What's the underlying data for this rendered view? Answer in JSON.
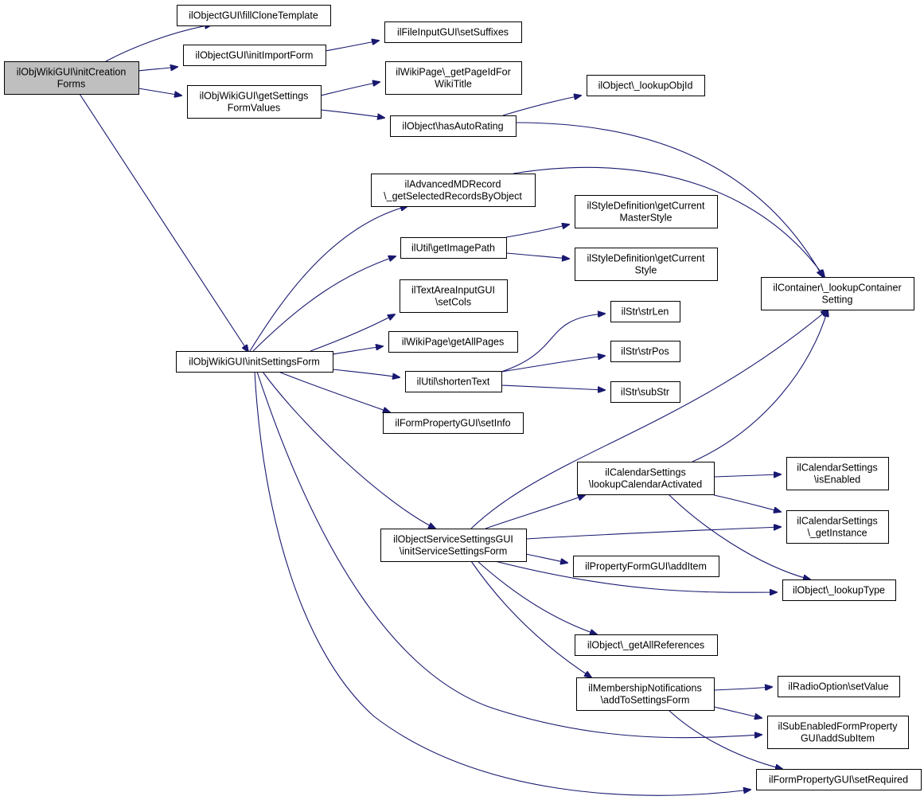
{
  "colors": {
    "edge": "#191970",
    "node_fill": "#ffffff",
    "root_fill": "#bfbfbf",
    "border": "#000000"
  },
  "nodes": [
    {
      "id": "root",
      "lines": [
        "ilObjWikiGUI\\initCreation",
        "Forms"
      ],
      "highlight": true
    },
    {
      "id": "fillClone",
      "lines": [
        "ilObjectGUI\\fillCloneTemplate"
      ]
    },
    {
      "id": "initImport",
      "lines": [
        "ilObjectGUI\\initImportForm"
      ]
    },
    {
      "id": "getSettingsValues",
      "lines": [
        "ilObjWikiGUI\\getSettings",
        "FormValues"
      ]
    },
    {
      "id": "initSettings",
      "lines": [
        "ilObjWikiGUI\\initSettingsForm"
      ]
    },
    {
      "id": "setSuffixes",
      "lines": [
        "ilFileInputGUI\\setSuffixes"
      ]
    },
    {
      "id": "getPageId",
      "lines": [
        "ilWikiPage\\_getPageIdFor",
        "WikiTitle"
      ]
    },
    {
      "id": "hasAutoRating",
      "lines": [
        "ilObject\\hasAutoRating"
      ]
    },
    {
      "id": "lookupObjId",
      "lines": [
        "ilObject\\_lookupObjId"
      ]
    },
    {
      "id": "advMD",
      "lines": [
        "ilAdvancedMDRecord",
        "\\_getSelectedRecordsByObject"
      ]
    },
    {
      "id": "getImagePath",
      "lines": [
        "ilUtil\\getImagePath"
      ]
    },
    {
      "id": "curMaster",
      "lines": [
        "ilStyleDefinition\\getCurrent",
        "MasterStyle"
      ]
    },
    {
      "id": "curStyle",
      "lines": [
        "ilStyleDefinition\\getCurrent",
        "Style"
      ]
    },
    {
      "id": "lookupContainer",
      "lines": [
        "ilContainer\\_lookupContainer",
        "Setting"
      ]
    },
    {
      "id": "setCols",
      "lines": [
        "ilTextAreaInputGUI",
        "\\setCols"
      ]
    },
    {
      "id": "getAllPages",
      "lines": [
        "ilWikiPage\\getAllPages"
      ]
    },
    {
      "id": "shortenText",
      "lines": [
        "ilUtil\\shortenText"
      ]
    },
    {
      "id": "strLen",
      "lines": [
        "ilStr\\strLen"
      ]
    },
    {
      "id": "strPos",
      "lines": [
        "ilStr\\strPos"
      ]
    },
    {
      "id": "subStr",
      "lines": [
        "ilStr\\subStr"
      ]
    },
    {
      "id": "setInfo",
      "lines": [
        "ilFormPropertyGUI\\setInfo"
      ]
    },
    {
      "id": "calActivated",
      "lines": [
        "ilCalendarSettings",
        "\\lookupCalendarActivated"
      ]
    },
    {
      "id": "calEnabled",
      "lines": [
        "ilCalendarSettings",
        "\\isEnabled"
      ]
    },
    {
      "id": "calInstance",
      "lines": [
        "ilCalendarSettings",
        "\\_getInstance"
      ]
    },
    {
      "id": "serviceForm",
      "lines": [
        "ilObjectServiceSettingsGUI",
        "\\initServiceSettingsForm"
      ]
    },
    {
      "id": "addItem",
      "lines": [
        "ilPropertyFormGUI\\addItem"
      ]
    },
    {
      "id": "lookupType",
      "lines": [
        "ilObject\\_lookupType"
      ]
    },
    {
      "id": "allRefs",
      "lines": [
        "ilObject\\_getAllReferences"
      ]
    },
    {
      "id": "membership",
      "lines": [
        "ilMembershipNotifications",
        "\\addToSettingsForm"
      ]
    },
    {
      "id": "radioSetValue",
      "lines": [
        "ilRadioOption\\setValue"
      ]
    },
    {
      "id": "addSubItem",
      "lines": [
        "ilSubEnabledFormProperty",
        "GUI\\addSubItem"
      ]
    },
    {
      "id": "setRequired",
      "lines": [
        "ilFormPropertyGUI\\setRequired"
      ]
    }
  ],
  "edges": [
    {
      "from": "root",
      "to": "fillClone"
    },
    {
      "from": "root",
      "to": "initImport"
    },
    {
      "from": "root",
      "to": "getSettingsValues"
    },
    {
      "from": "root",
      "to": "initSettings"
    },
    {
      "from": "initImport",
      "to": "setSuffixes"
    },
    {
      "from": "getSettingsValues",
      "to": "getPageId"
    },
    {
      "from": "getSettingsValues",
      "to": "hasAutoRating"
    },
    {
      "from": "hasAutoRating",
      "to": "lookupObjId"
    },
    {
      "from": "hasAutoRating",
      "to": "lookupContainer"
    },
    {
      "from": "initSettings",
      "to": "advMD"
    },
    {
      "from": "initSettings",
      "to": "getImagePath"
    },
    {
      "from": "initSettings",
      "to": "setCols"
    },
    {
      "from": "initSettings",
      "to": "getAllPages"
    },
    {
      "from": "initSettings",
      "to": "shortenText"
    },
    {
      "from": "initSettings",
      "to": "setInfo"
    },
    {
      "from": "initSettings",
      "to": "serviceForm"
    },
    {
      "from": "initSettings",
      "to": "addSubItem"
    },
    {
      "from": "initSettings",
      "to": "setRequired"
    },
    {
      "from": "advMD",
      "to": "lookupContainer"
    },
    {
      "from": "getImagePath",
      "to": "curMaster"
    },
    {
      "from": "getImagePath",
      "to": "curStyle"
    },
    {
      "from": "shortenText",
      "to": "strLen"
    },
    {
      "from": "shortenText",
      "to": "strPos"
    },
    {
      "from": "shortenText",
      "to": "subStr"
    },
    {
      "from": "serviceForm",
      "to": "lookupContainer"
    },
    {
      "from": "serviceForm",
      "to": "calActivated"
    },
    {
      "from": "serviceForm",
      "to": "calInstance"
    },
    {
      "from": "serviceForm",
      "to": "addItem"
    },
    {
      "from": "serviceForm",
      "to": "lookupType"
    },
    {
      "from": "serviceForm",
      "to": "allRefs"
    },
    {
      "from": "serviceForm",
      "to": "membership"
    },
    {
      "from": "calActivated",
      "to": "lookupContainer"
    },
    {
      "from": "calActivated",
      "to": "calEnabled"
    },
    {
      "from": "calActivated",
      "to": "calInstance"
    },
    {
      "from": "calActivated",
      "to": "lookupType"
    },
    {
      "from": "membership",
      "to": "radioSetValue"
    },
    {
      "from": "membership",
      "to": "addSubItem"
    },
    {
      "from": "membership",
      "to": "setRequired"
    }
  ]
}
